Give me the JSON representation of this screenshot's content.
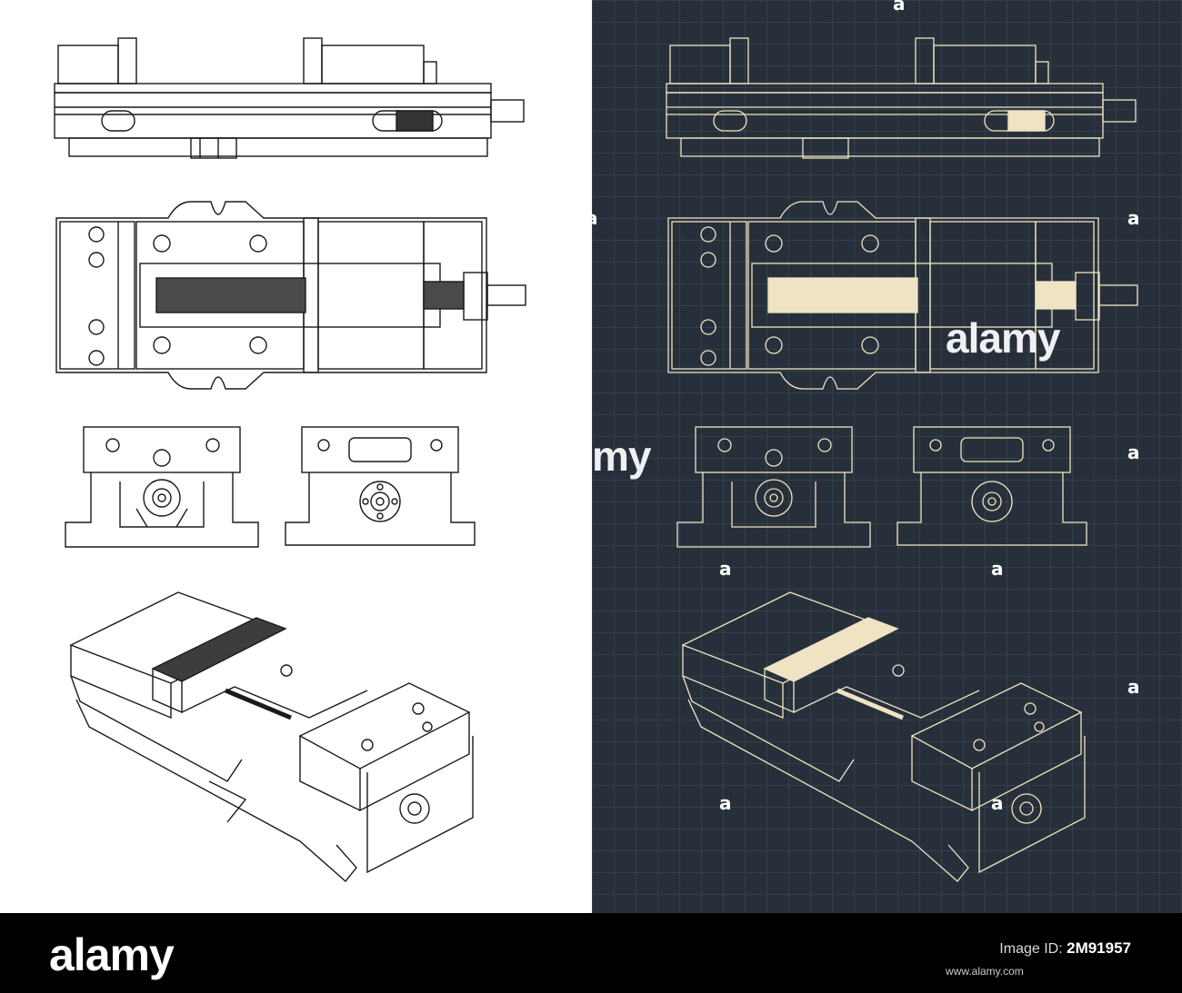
{
  "watermark": {
    "brand": "alamy",
    "partial_left": "my",
    "glyph": "a"
  },
  "footer": {
    "logo": "alamy",
    "image_id_label": "Image ID:",
    "image_id": "2M91957",
    "site": "www.alamy.com"
  },
  "colors": {
    "light_background": "#ffffff",
    "dark_background": "#27303a",
    "dark_grid": "#33404b",
    "line_light": "#1a1a1a",
    "line_dark": "#efe3c4",
    "accent_fill": "#efe3c4",
    "footer": "#000000"
  },
  "drawings": [
    {
      "view": "side elevation"
    },
    {
      "view": "top plan"
    },
    {
      "view": "front end"
    },
    {
      "view": "rear end"
    },
    {
      "view": "isometric"
    }
  ]
}
